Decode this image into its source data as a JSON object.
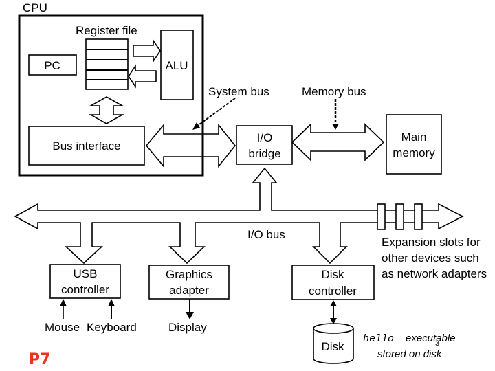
{
  "diagram": {
    "cpu_label": "CPU",
    "register_file_label": "Register file",
    "pc_label": "PC",
    "alu_label": "ALU",
    "bus_interface_label": "Bus interface",
    "system_bus_label": "System bus",
    "memory_bus_label": "Memory bus",
    "io_bridge_label": [
      "I/O",
      "bridge"
    ],
    "main_memory_label": [
      "Main",
      "memory"
    ],
    "io_bus_label": "I/O bus",
    "expansion_label": [
      "Expansion slots for",
      "other devices such",
      "as network adapters"
    ],
    "usb_controller_label": [
      "USB",
      "controller"
    ],
    "graphics_adapter_label": [
      "Graphics",
      "adapter"
    ],
    "disk_controller_label": [
      "Disk",
      "controller"
    ],
    "mouse_label": "Mouse",
    "keyboard_label": "Keyboard",
    "display_label": "Display",
    "disk_label": "Disk",
    "hello_label": "hello",
    "executable_label": "executable",
    "stored_label": "stored on disk",
    "overlay_number": "3"
  },
  "page_label": "P7",
  "colors": {
    "page_label": "#e8361c",
    "stroke": "#000000"
  }
}
